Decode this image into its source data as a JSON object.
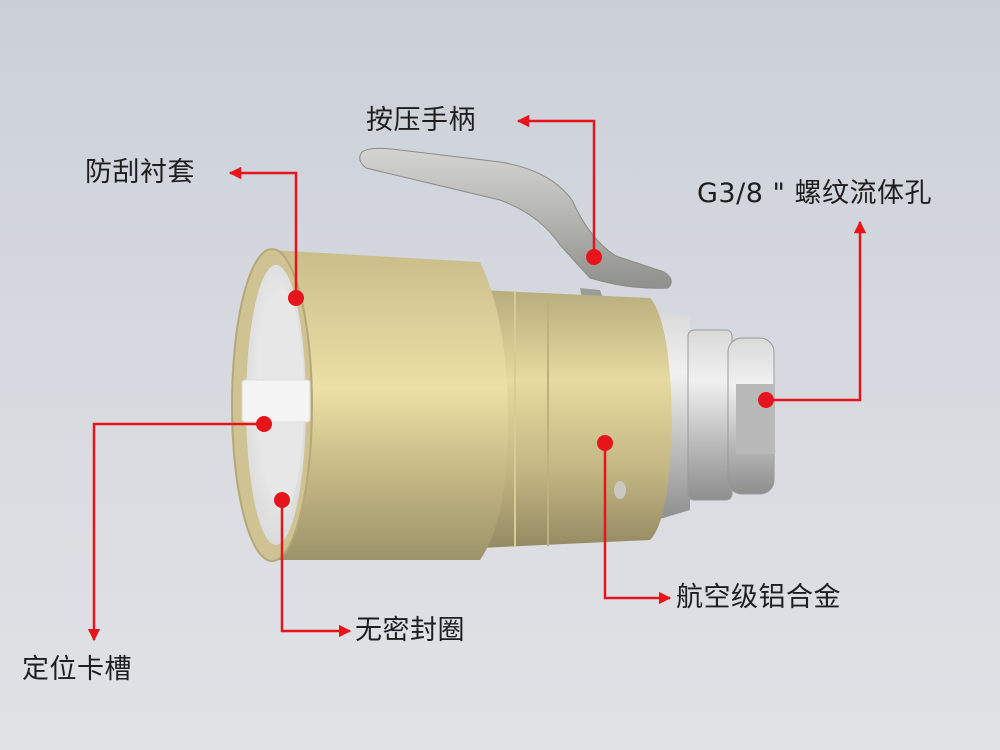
{
  "diagram": {
    "subject": "quick coupling connector",
    "accent_color": "#e8141c",
    "background_top": "#cbd0d8",
    "background_bottom": "#e1e2e6",
    "labels": {
      "handle": "按压手柄",
      "liner": "防刮衬套",
      "fluid_port": "G3/8 \" 螺纹流体孔",
      "locating_slot": "定位卡槽",
      "seal": "无密封圈",
      "alloy": "航空级铝合金"
    }
  }
}
